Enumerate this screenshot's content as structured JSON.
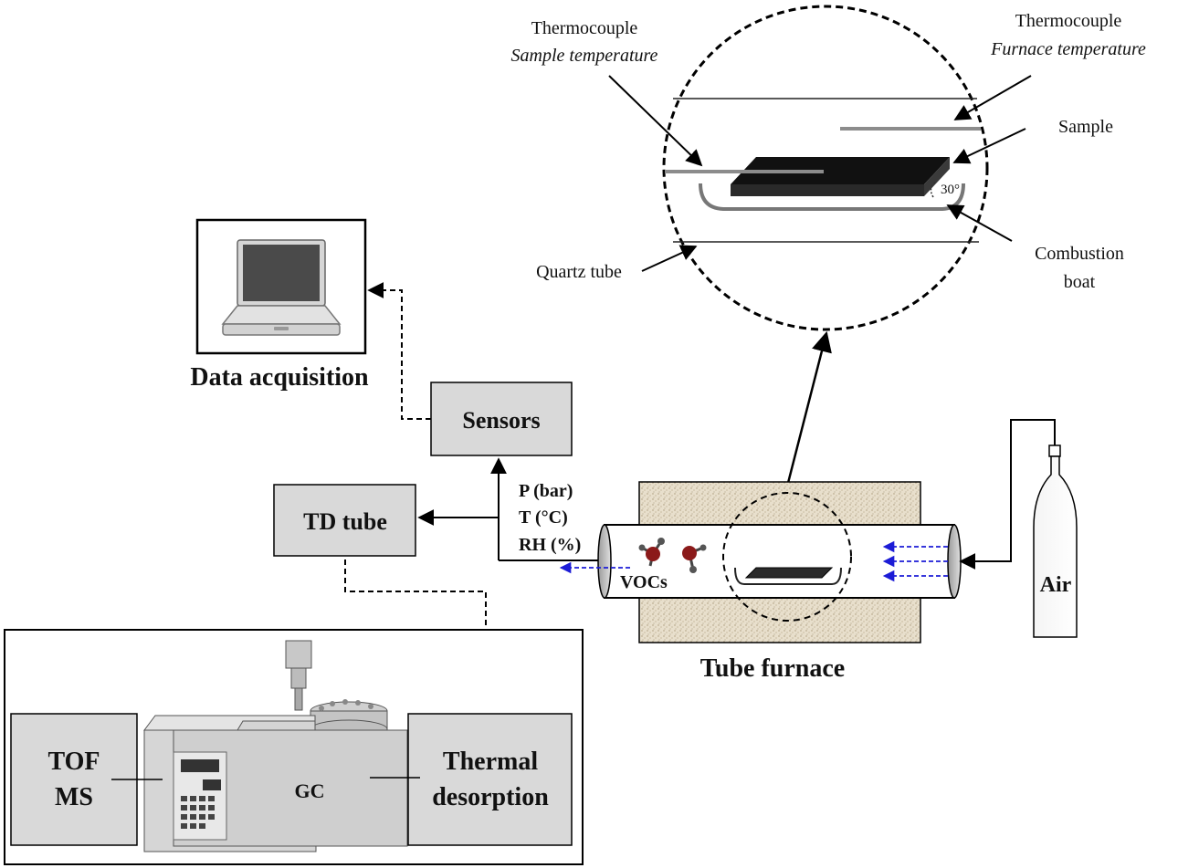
{
  "labels": {
    "thermocouple_sample_title": "Thermocouple",
    "thermocouple_sample_sub": "Sample temperature",
    "thermocouple_furnace_title": "Thermocouple",
    "thermocouple_furnace_sub": "Furnace temperature",
    "sample": "Sample",
    "angle": "30°",
    "combustion_boat_1": "Combustion",
    "combustion_boat_2": "boat",
    "quartz_tube": "Quartz tube",
    "data_acquisition": "Data acquisition",
    "sensors": "Sensors",
    "td_tube": "TD tube",
    "pressure": "P (bar)",
    "temperature": "T (°C)",
    "humidity": "RH (%)",
    "vocs": "VOCs",
    "tube_furnace": "Tube furnace",
    "air": "Air",
    "tof_ms_1": "TOF",
    "tof_ms_2": "MS",
    "gc": "GC",
    "thermal_desorption_1": "Thermal",
    "thermal_desorption_2": "desorption"
  },
  "colors": {
    "box_fill": "#d9d9d9",
    "furnace_fill": "#e6dcc8",
    "flow_arrow": "#1c1cd6",
    "molecule_red": "#8b1a1a",
    "molecule_grey": "#555555",
    "sample_dark": "#1e1e1e"
  }
}
